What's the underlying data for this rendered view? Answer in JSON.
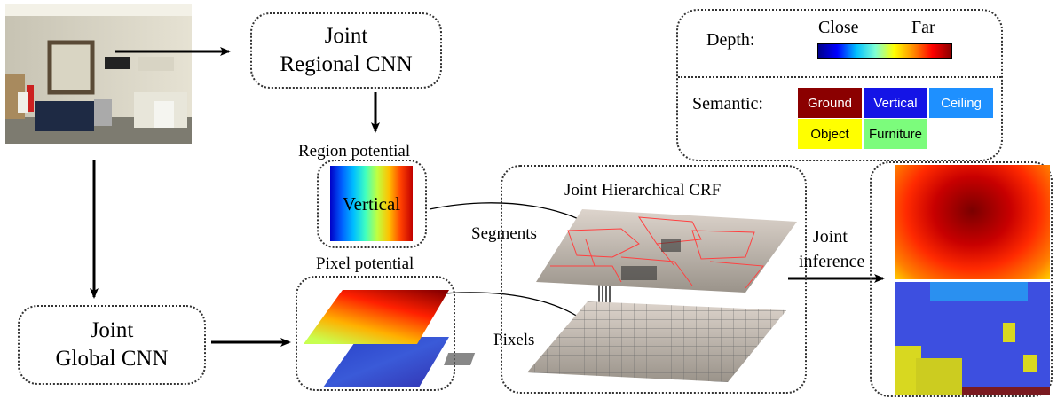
{
  "nodes": {
    "regional_cnn": {
      "line1": "Joint",
      "line2": "Regional CNN"
    },
    "global_cnn": {
      "line1": "Joint",
      "line2": "Global CNN"
    }
  },
  "labels": {
    "region_potential": "Region potential",
    "region_vertical": "Vertical",
    "pixel_potential": "Pixel potential",
    "crf_title": "Joint Hierarchical CRF",
    "segments": "Segments",
    "pixels": "Pixels",
    "inference_line1": "Joint",
    "inference_line2": "inference"
  },
  "legend": {
    "depth_label": "Depth:",
    "depth_close": "Close",
    "depth_far": "Far",
    "semantic_label": "Semantic:",
    "classes": [
      {
        "name": "Ground",
        "color": "#8b0000",
        "text_color": "#ffffff"
      },
      {
        "name": "Vertical",
        "color": "#1414e6",
        "text_color": "#ffffff"
      },
      {
        "name": "Ceiling",
        "color": "#1e90ff",
        "text_color": "#ffffff"
      },
      {
        "name": "Object",
        "color": "#ffff00",
        "text_color": "#000000"
      },
      {
        "name": "Furniture",
        "color": "#7cfc7c",
        "text_color": "#000000"
      }
    ]
  },
  "colors": {
    "jet_scale": [
      "#00008b",
      "#0000ff",
      "#00bfff",
      "#7fffd4",
      "#ffff00",
      "#ff8c00",
      "#ff0000",
      "#8b0000"
    ],
    "segment_edges": "#ff4040"
  }
}
